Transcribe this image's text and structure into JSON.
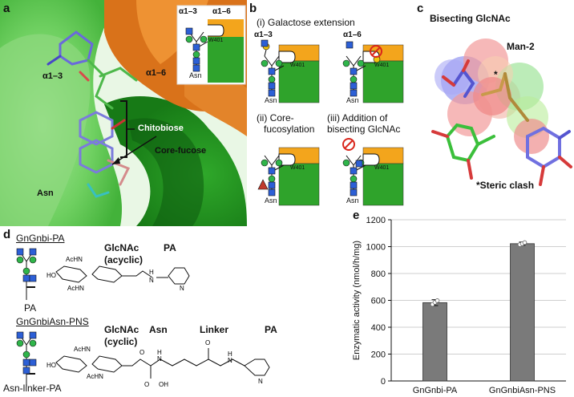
{
  "panel_a": {
    "letter": "a",
    "label_a13": "α1–3",
    "label_a16": "α1–6",
    "label_chitobiose": "Chitobiose",
    "label_core_fucose": "Core-fucose",
    "label_asn": "Asn",
    "inset_a13": "α1–3",
    "inset_a16": "α1–6",
    "inset_w401": "W401",
    "inset_asn": "Asn"
  },
  "panel_b": {
    "letter": "b",
    "title_i": "(i) Galactose extension",
    "label_a13": "α1–3",
    "label_a16": "α1–6",
    "title_ii_line1": "(ii) Core-",
    "title_ii_line2": "fucosylation",
    "title_iii_line1": "(iii) Addition of",
    "title_iii_line2": "bisecting GlcNAc",
    "w401": "W401",
    "asn": "Asn"
  },
  "panel_c": {
    "letter": "c",
    "label_bisecting": "Bisecting GlcNAc",
    "label_man2": "Man-2",
    "label_star": "*",
    "label_steric": "*Steric clash"
  },
  "panel_d": {
    "letter": "d",
    "compound1": "GnGnbi-PA",
    "glcnac_acyclic_1": "GlcNAc",
    "glcnac_acyclic_2": "(acyclic)",
    "pa_1": "PA",
    "pa_below_1": "PA",
    "compound2": "GnGnbiAsn-PNS",
    "glcnac_cyclic_1": "GlcNAc",
    "glcnac_cyclic_2": "(cyclic)",
    "asn": "Asn",
    "linker": "Linker",
    "pa_2": "PA",
    "asn_linker_pa": "Asn-linker-PA",
    "acHN": "AcHN",
    "ho": "HO",
    "oh": "OH",
    "o": "O",
    "h": "H",
    "n": "N",
    "nh": "NH"
  },
  "panel_e": {
    "letter": "e"
  },
  "chart_data": {
    "type": "bar",
    "categories": [
      "GnGnbi-PA",
      "GnGnbiAsn-PNS"
    ],
    "values": [
      583,
      1022
    ],
    "errors": [
      22,
      12
    ],
    "points": [
      [
        570,
        585,
        598
      ],
      [
        1015,
        1022,
        1030
      ]
    ],
    "ylabel": "Enzymatic activity (nmol/h/mg)",
    "ylim": [
      0,
      1200
    ],
    "yticks": [
      0,
      200,
      400,
      600,
      800,
      1000,
      1200
    ],
    "grid": true,
    "bar_color": "#7a7a7a"
  }
}
